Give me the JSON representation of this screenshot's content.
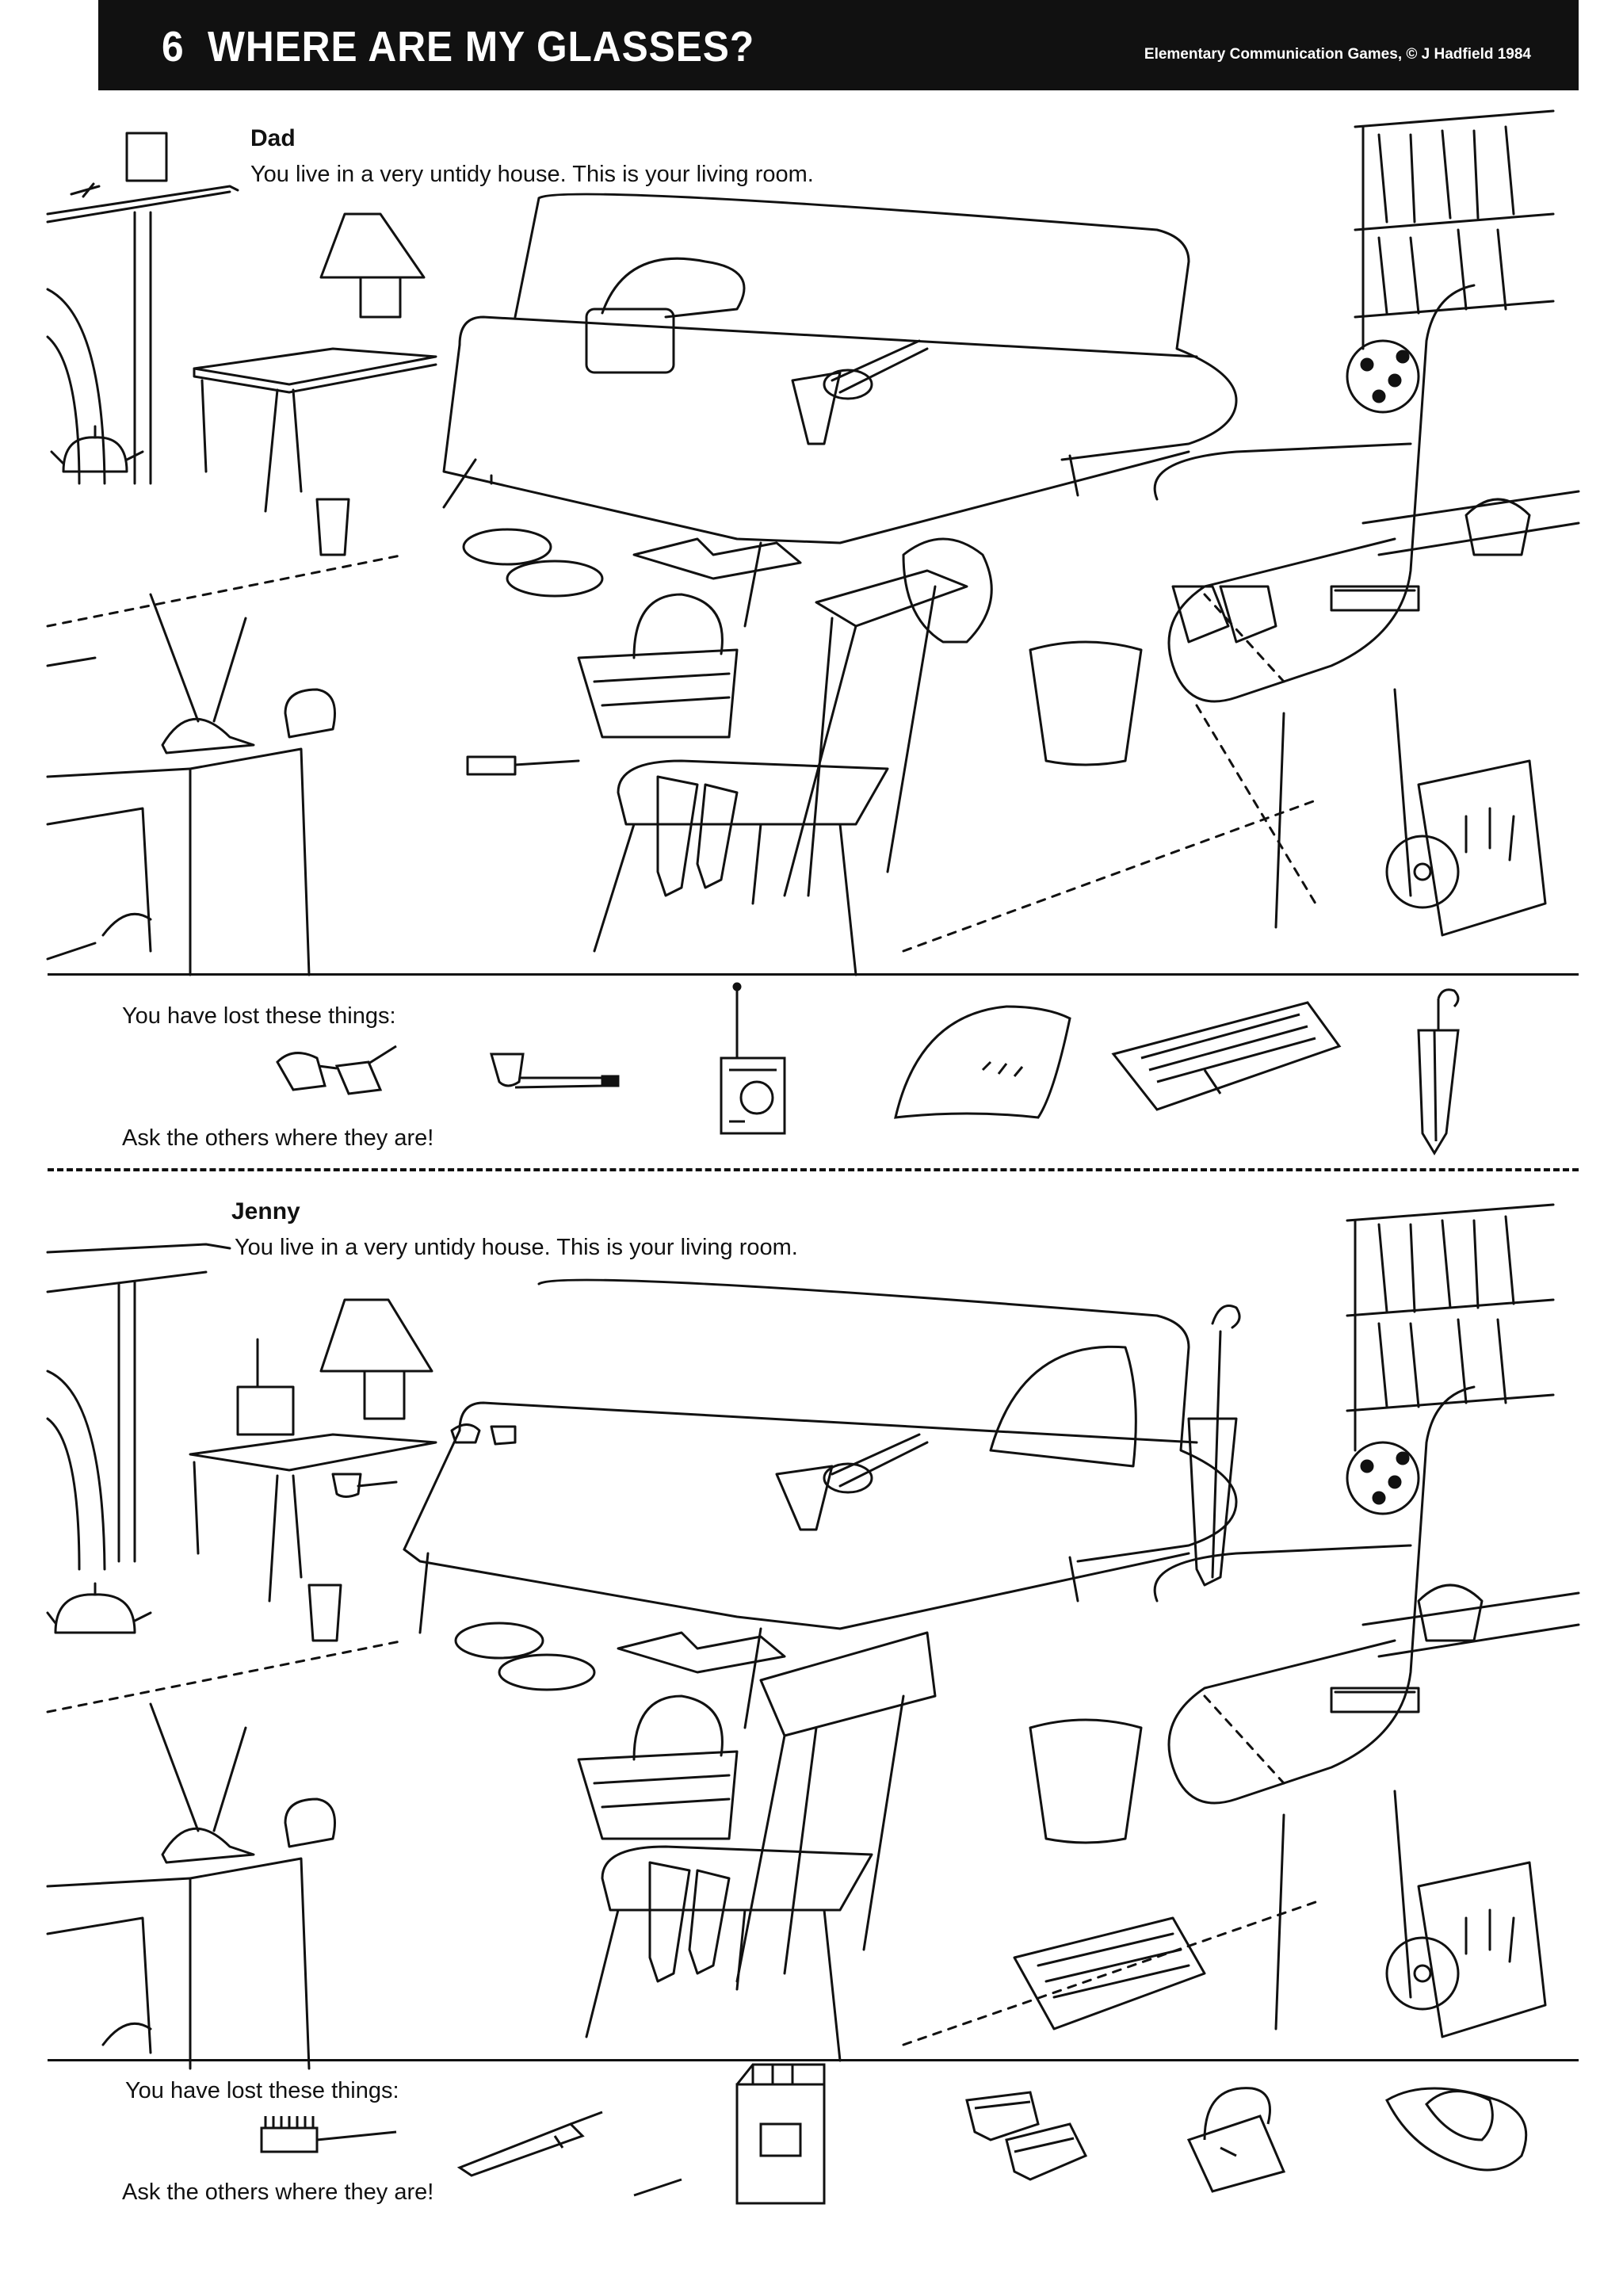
{
  "header": {
    "number": "6",
    "title": "WHERE ARE MY GLASSES?",
    "credit": "Elementary Communication Games, © J Hadfield 1984"
  },
  "panels": [
    {
      "name": "Dad",
      "intro": "You live in a very untidy house. This is your living room.",
      "lost_label": "You have lost these things:",
      "ask_label": "Ask the others where they are!",
      "lost_items": [
        "glasses-icon",
        "pipe-icon",
        "radio-icon",
        "cushion-icon",
        "newspaper-icon",
        "umbrella-icon"
      ]
    },
    {
      "name": "Jenny",
      "intro": "You live in a very untidy house. This is your living room.",
      "lost_label": "You have lost these things:",
      "ask_label": "Ask the others where they are!",
      "lost_items": [
        "toothbrush-icon",
        "pen-icon",
        "cigarettes-icon",
        "gloves-icon",
        "handbag-icon",
        "hat-icon"
      ]
    }
  ]
}
